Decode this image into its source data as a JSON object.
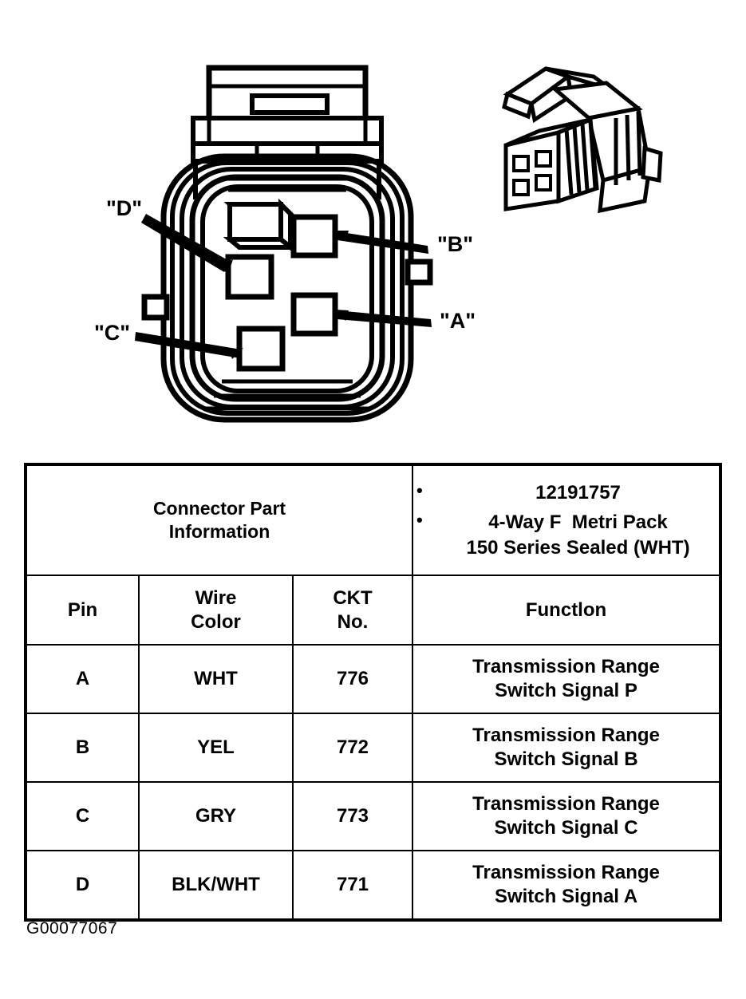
{
  "figure": {
    "caption": "G00077067",
    "callouts": [
      {
        "id": "D",
        "label": "\"D\""
      },
      {
        "id": "B",
        "label": "\"B\""
      },
      {
        "id": "C",
        "label": "\"C\""
      },
      {
        "id": "A",
        "label": "\"A\""
      }
    ],
    "views": {
      "front_face": "connector-front-face-view",
      "isometric": "connector-isometric-view"
    }
  },
  "table": {
    "info_label": "Connector Part\nInformation",
    "info_label_lines": [
      "Connector Part",
      "Information"
    ],
    "part_info": [
      "12191757",
      "4-Way F  Metri Pack\n150 Series Sealed (WHT)"
    ],
    "part_info_lines": [
      [
        "12191757"
      ],
      [
        "4-Way F  Metri Pack",
        "150 Series Sealed (WHT)"
      ]
    ],
    "headers": {
      "pin": "Pin",
      "wire_color_line1": "Wire",
      "wire_color_line2": "Color",
      "ckt_line1": "CKT",
      "ckt_line2": "No.",
      "function": "Functlon"
    },
    "rows": [
      {
        "pin": "A",
        "wire_color": "WHT",
        "ckt_no": "776",
        "function_line1": "Transmission Range",
        "function_line2": "Switch Signal P"
      },
      {
        "pin": "B",
        "wire_color": "YEL",
        "ckt_no": "772",
        "function_line1": "Transmission Range",
        "function_line2": "Switch Signal B"
      },
      {
        "pin": "C",
        "wire_color": "GRY",
        "ckt_no": "773",
        "function_line1": "Transmission Range",
        "function_line2": "Switch Signal C"
      },
      {
        "pin": "D",
        "wire_color": "BLK/WHT",
        "ckt_no": "771",
        "function_line1": "Transmission Range",
        "function_line2": "Switch Signal A"
      }
    ]
  },
  "colors": {
    "ink": "#000000",
    "paper": "#ffffff"
  }
}
